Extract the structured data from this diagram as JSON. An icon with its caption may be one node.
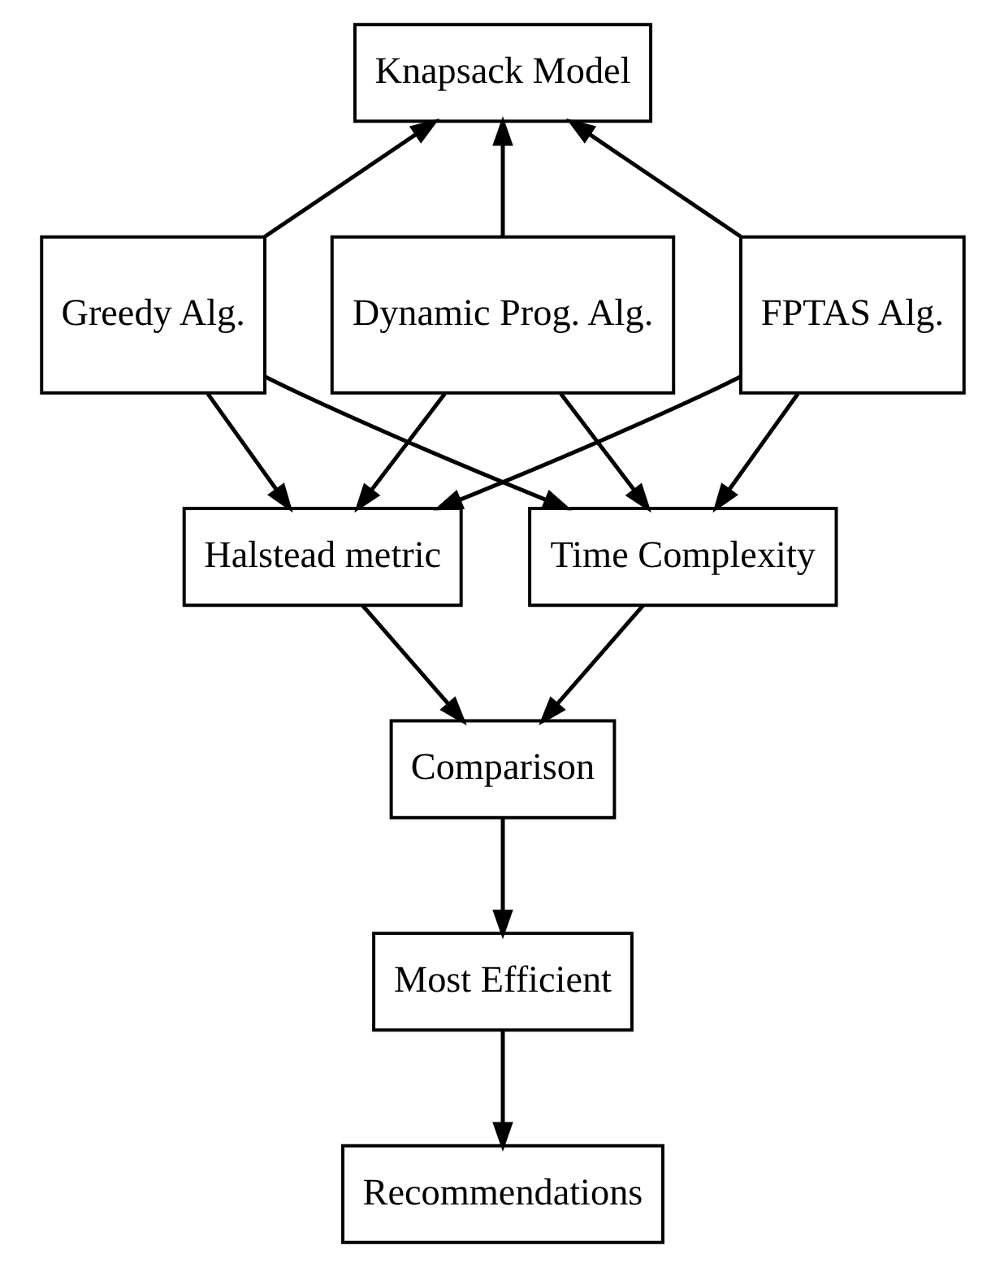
{
  "diagram": {
    "nodes": [
      {
        "text": [
          "Knapsack Model"
        ]
      },
      {
        "text": [
          "Greedy Alg."
        ]
      },
      {
        "text": [
          "Dynamic Prog. Alg."
        ]
      },
      {
        "text": [
          "FPTAS Alg."
        ]
      },
      {
        "text": [
          "Halstead metric"
        ]
      },
      {
        "text": [
          "Time Complexity"
        ]
      },
      {
        "text": [
          "Comparison"
        ]
      },
      {
        "text": [
          "Most Efficient"
        ]
      },
      {
        "text": [
          "Recommendations"
        ]
      }
    ],
    "edges": [
      {
        "from": 1,
        "to": 0,
        "arrow": "to"
      },
      {
        "from": 2,
        "to": 0,
        "arrow": "to"
      },
      {
        "from": 3,
        "to": 0,
        "arrow": "to"
      },
      {
        "from": 1,
        "to": 4,
        "arrow": "to"
      },
      {
        "from": 1,
        "to": 5,
        "arrow": "to"
      },
      {
        "from": 2,
        "to": 4,
        "arrow": "to"
      },
      {
        "from": 2,
        "to": 5,
        "arrow": "to"
      },
      {
        "from": 3,
        "to": 4,
        "arrow": "to"
      },
      {
        "from": 3,
        "to": 5,
        "arrow": "to"
      },
      {
        "from": 4,
        "to": 6,
        "arrow": "to"
      },
      {
        "from": 5,
        "to": 6,
        "arrow": "to"
      },
      {
        "from": 6,
        "to": 7,
        "arrow": "to"
      },
      {
        "from": 7,
        "to": 8,
        "arrow": "to"
      }
    ]
  }
}
